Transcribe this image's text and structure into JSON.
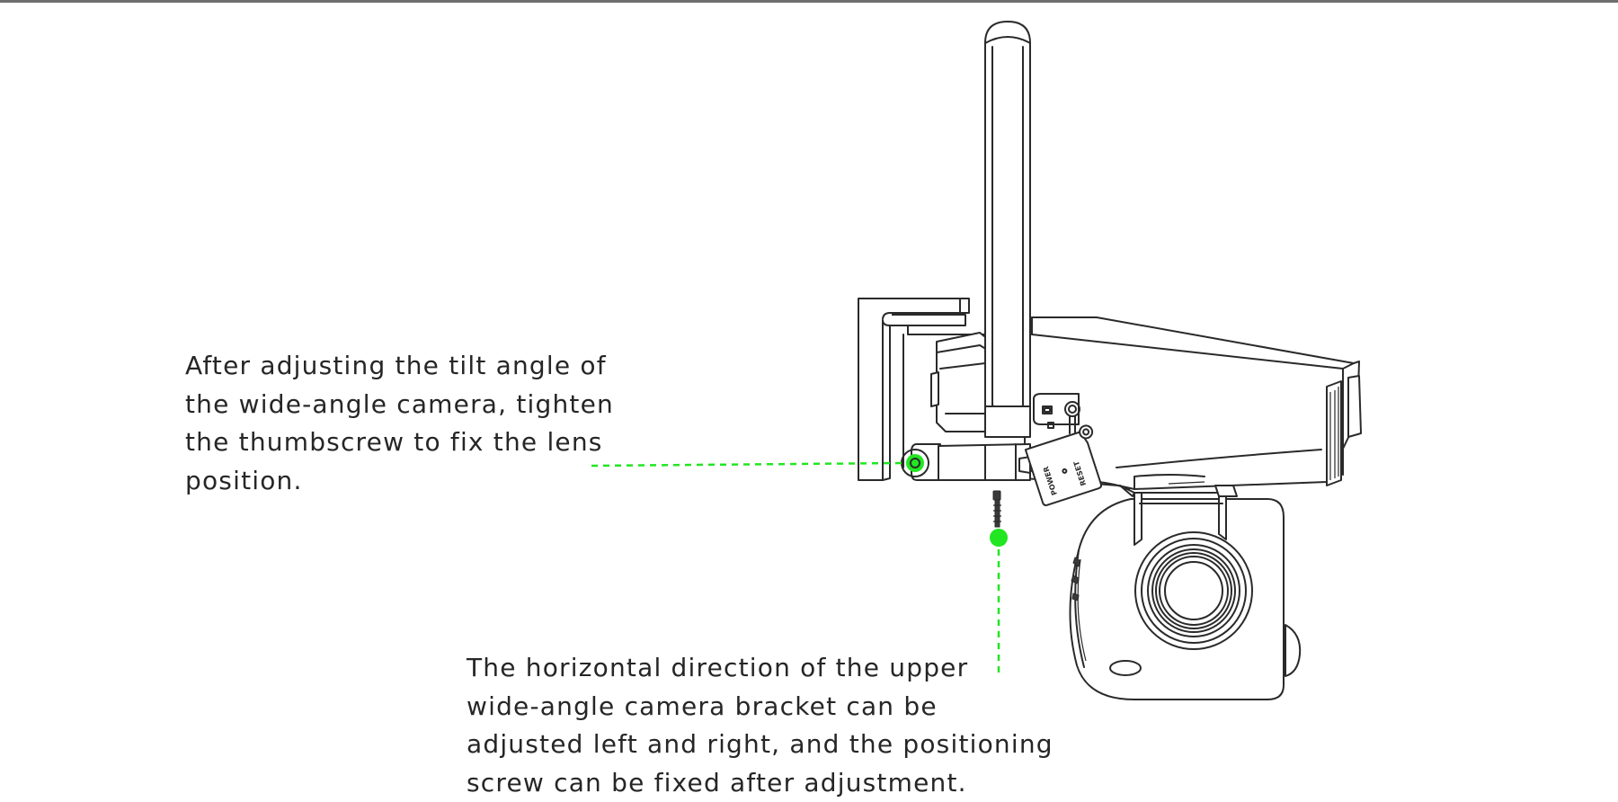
{
  "captions": {
    "tilt": "After adjusting the tilt angle of\nthe wide-angle camera, tighten\nthe thumbscrew to fix the lens\nposition.",
    "horizontal": "The horizontal direction of the upper\nwide-angle camera bracket can be\nadjusted left and right, and the positioning\nscrew can be fixed after adjustment."
  },
  "device_labels": {
    "power": "POWER",
    "reset": "RESET"
  },
  "colors": {
    "callout_accent": "#22e622",
    "line_art": "#2a2a2a",
    "text": "#262626",
    "top_rule": "#6e6e6e"
  }
}
